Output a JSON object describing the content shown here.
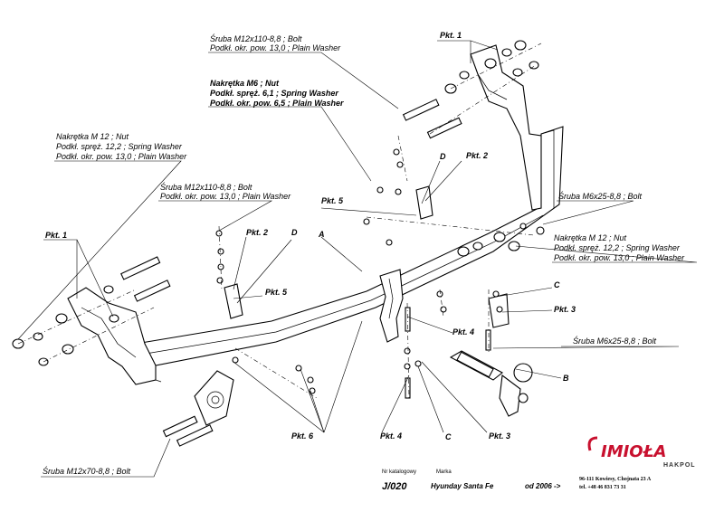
{
  "annotations": {
    "bolt_top": [
      "Śruba M12x110-8,8 ;  Bolt",
      "Podkł. okr. pow. 13,0  ; Plain Washer"
    ],
    "nut_m6": [
      "Nakrętka  M6 ; Nut",
      "Podkł. spręż. 6,1  ; Spring Washer",
      "Podkł. okr. pow. 6,5  ; Plain Washer"
    ],
    "nut_m12_left": [
      "Nakrętka  M 12 ; Nut",
      "Podkł. spręż. 12,2  ; Spring Washer",
      "Podkł. okr. pow. 13,0  ; Plain Washer"
    ],
    "bolt_mid": [
      "Śruba M12x110-8,8 ;  Bolt",
      "Podkł. okr. pow. 13,0  ; Plain Washer"
    ],
    "bolt_m6_right": "Śruba M6x25-8,8 ;  Bolt",
    "nut_m12_right": [
      "Nakrętka  M 12 ; Nut",
      "Podkł. spręż. 12,2  ; Spring Washer",
      "Podkł. okr. pow. 13,0  ; Plain Washer"
    ],
    "bolt_m6_right2": "Śruba M6x25-8,8 ;  Bolt",
    "bolt_bottom": "Śruba M12x70-8,8 ;  Bolt"
  },
  "points": {
    "pkt1_top": "Pkt. 1",
    "pkt1_left": "Pkt. 1",
    "pkt2_top": "Pkt. 2",
    "pkt2_mid": "Pkt. 2",
    "pkt3_right": "Pkt. 3",
    "pkt3_bottom": "Pkt. 3",
    "pkt4_mid": "Pkt. 4",
    "pkt4_bottom": "Pkt. 4",
    "pkt5_top": "Pkt. 5",
    "pkt5_mid": "Pkt. 5",
    "pkt6": "Pkt. 6"
  },
  "letters": {
    "A": "A",
    "B": "B",
    "C_right": "C",
    "C_bottom": "C",
    "D_top": "D",
    "D_mid": "D"
  },
  "footer": {
    "catalog_caption": "Nr katalogowy",
    "catalog_code": "J/020",
    "brand_caption": "Marka",
    "model": "Hyunday Santa Fe",
    "year": "od  2006 ->",
    "company": "IMIOŁA",
    "company_sub": "HAKPOL",
    "address": "96-111 Kowiesy,  Chojnata 23 A",
    "phone": "tel. +48 46 831 73 31"
  }
}
